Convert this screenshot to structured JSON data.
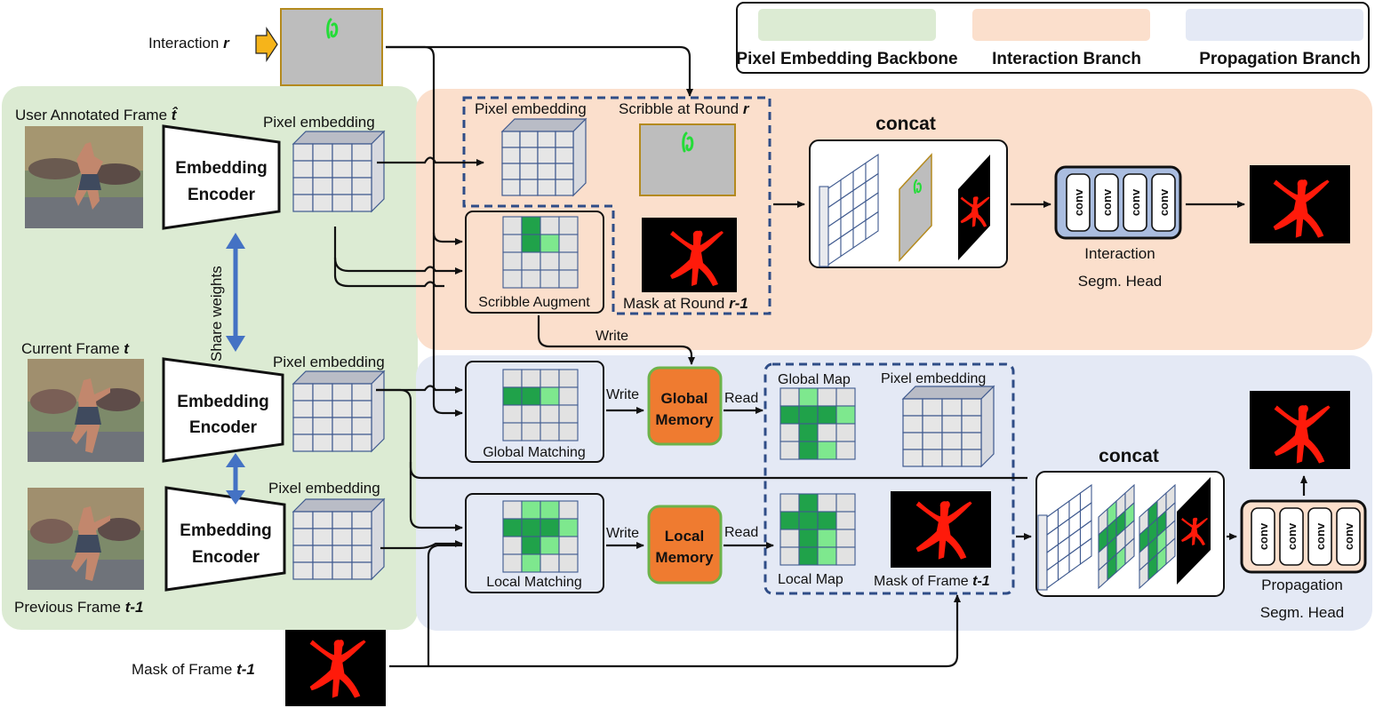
{
  "legend": {
    "backbone": "Pixel Embedding Backbone",
    "interaction": "Interaction Branch",
    "propagation": "Propagation Branch"
  },
  "colors": {
    "backbone": "#dcebd3",
    "interaction": "#fbdfcc",
    "propagation": "#e4e9f5",
    "memory": "#ef7b30",
    "cell": "#e2e2e2",
    "dark_green": "#20a24a",
    "light_green": "#7ee88e",
    "mask_red": "#ff1a0a",
    "scribble_bg": "#bdbdbd",
    "scribble_green": "#24dc38",
    "frame_dash": "#2f4d87",
    "grid_stroke": "#3f5a8f"
  },
  "inputs": {
    "interaction_pre": "Interaction",
    "interaction_var": "r",
    "mask_pre": "Mask of Frame",
    "mask_var": "t-1"
  },
  "frames": {
    "annotated_pre": "User Annotated Frame",
    "annotated_var": "t̂",
    "current_pre": "Current Frame",
    "current_var": "t",
    "previous_pre": "Previous Frame",
    "previous_var": "t-1"
  },
  "encoder": {
    "line1": "Embedding",
    "line2": "Encoder"
  },
  "share_weights": "Share weights",
  "pixel_embedding": "Pixel embedding",
  "interaction_branch": {
    "scribble_pre": "Scribble at Round",
    "scribble_var": "r",
    "mask_pre": "Mask at Round",
    "mask_var": "r-1",
    "scribble_augment": "Scribble Augment",
    "concat": "concat",
    "head_line1": "Interaction",
    "head_line2": "Segm. Head"
  },
  "propagation_branch": {
    "write": "Write",
    "read": "Read",
    "global_matching": "Global Matching",
    "local_matching": "Local Matching",
    "global_memory_1": "Global",
    "global_memory_2": "Memory",
    "local_memory_1": "Local",
    "local_memory_2": "Memory",
    "global_map": "Global Map",
    "local_map": "Local Map",
    "mask_pre": "Mask of Frame",
    "mask_var": "t-1",
    "concat": "concat",
    "head_line1": "Propagation",
    "head_line2": "Segm. Head"
  },
  "conv_label": "conv"
}
